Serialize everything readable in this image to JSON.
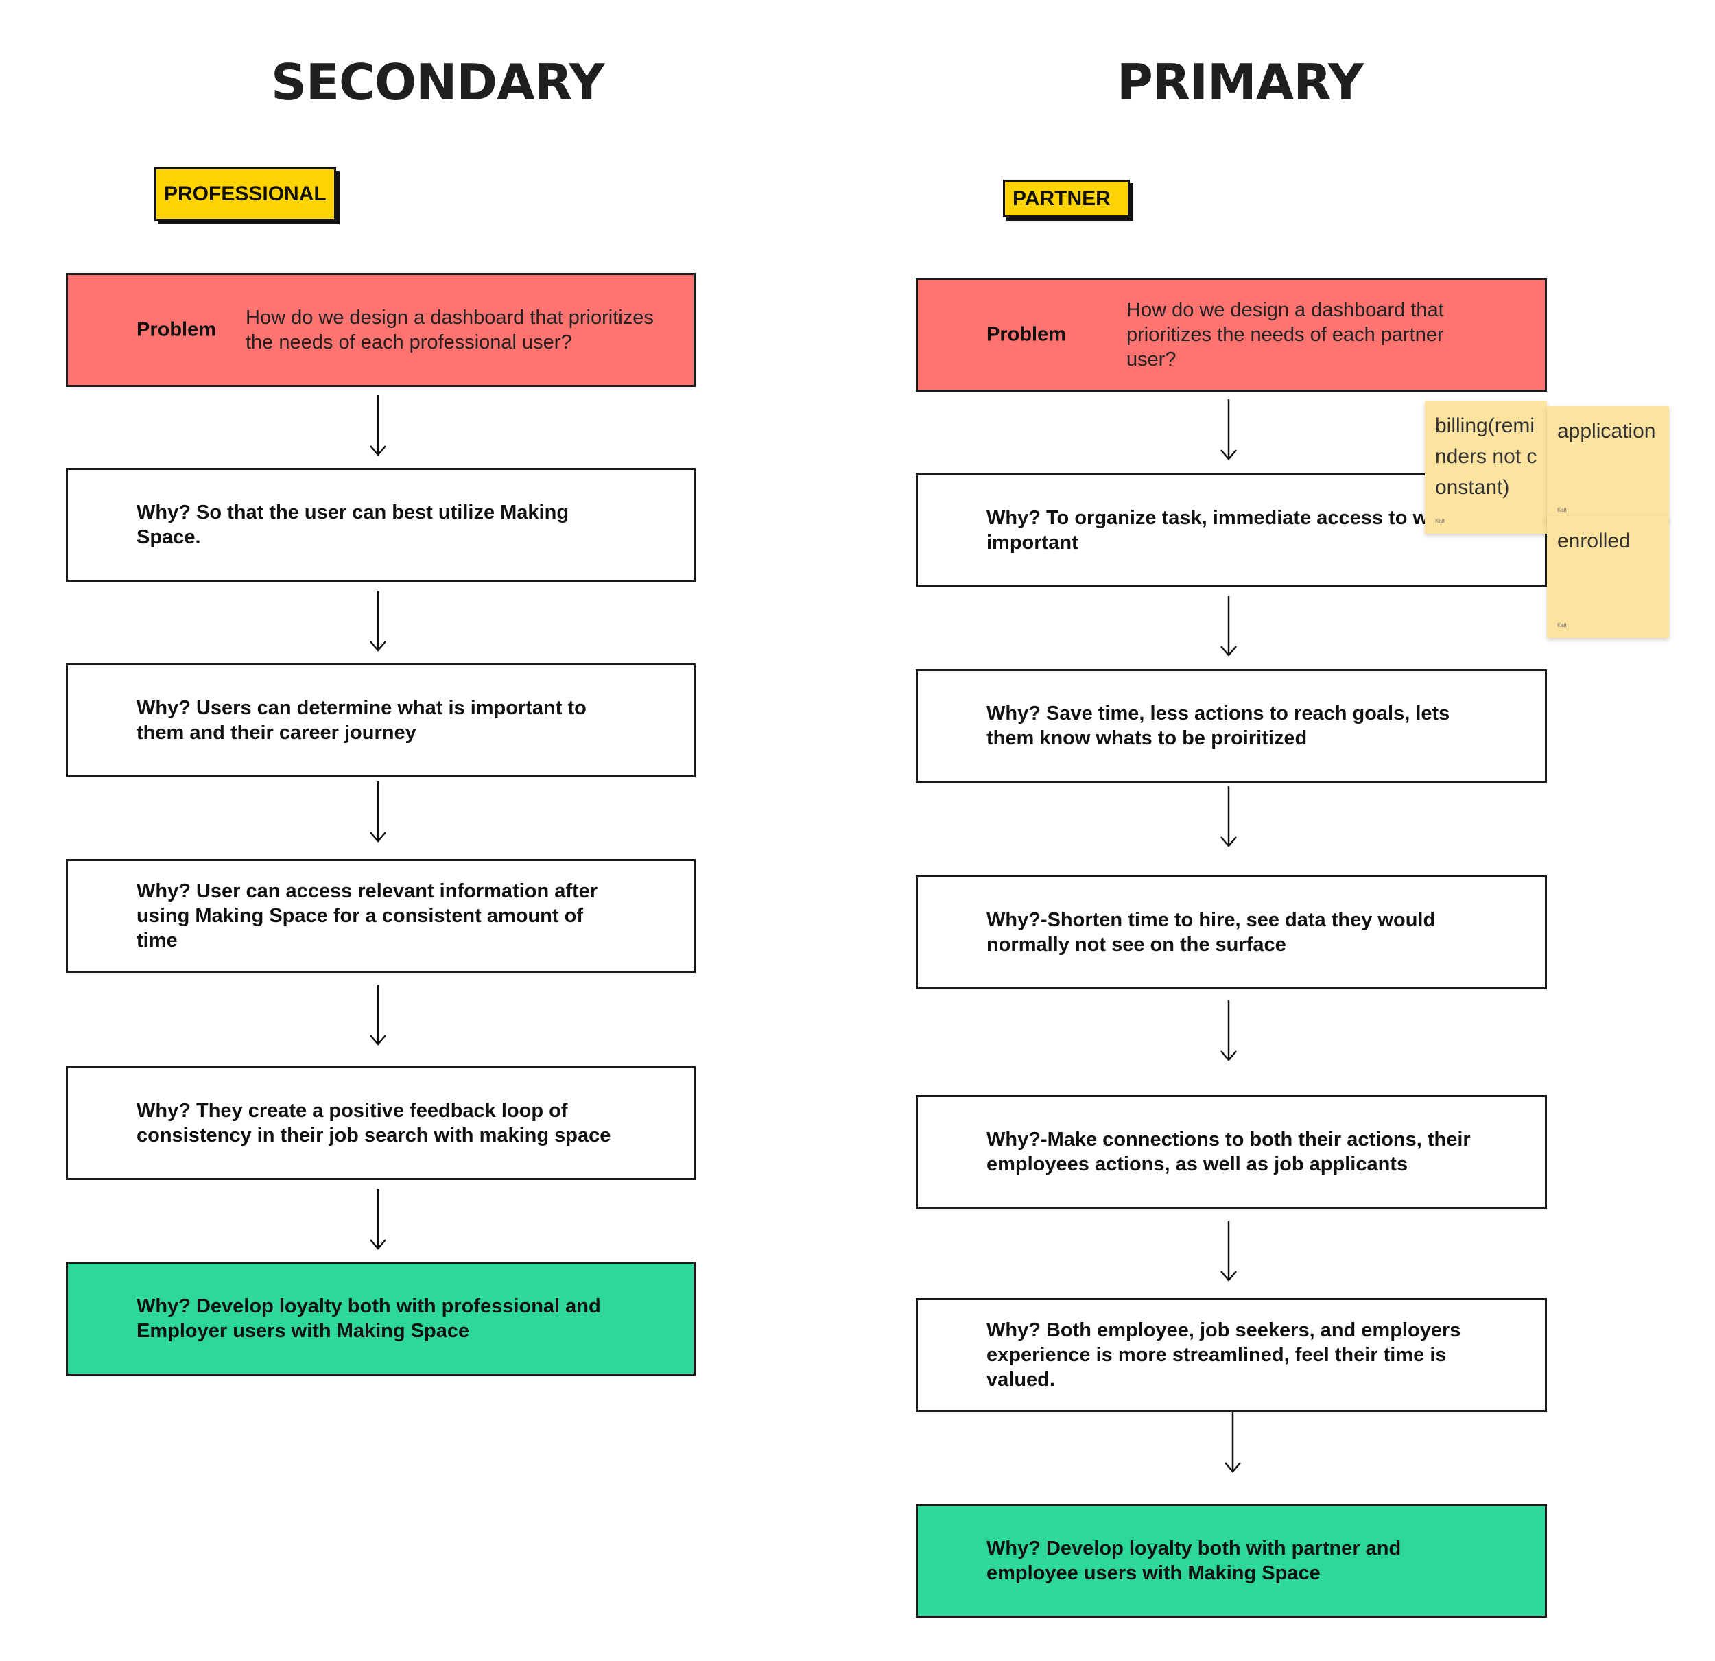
{
  "secondary": {
    "title": "SECONDARY",
    "tag": "PROFESSIONAL",
    "problem": {
      "label": "Problem",
      "text": "How do we design a dashboard that prioritizes the needs of each professional user?"
    },
    "whys": [
      "Why? So that the user can best utilize Making Space.",
      "Why? Users can determine what is important to them and their career journey",
      "Why? User can access relevant information after using Making Space for a consistent amount of time",
      "Why? They create a positive feedback loop of consistency in their job search with making space"
    ],
    "goal": "Why?  Develop loyalty both with professional and Employer users with Making Space"
  },
  "primary": {
    "title": "PRIMARY",
    "tag": "PARTNER",
    "problem": {
      "label": "Problem",
      "text": "How do we design a dashboard that prioritizes the needs of each partner user?"
    },
    "whys": [
      "Why? To organize task, immediate access to whats important",
      "Why? Save time, less actions to reach goals,  lets them know whats to be proiritized",
      "Why?-Shorten time to hire, see data they would normally not see on the surface",
      "Why?-Make connections to both their actions, their employees actions, as well as job applicants",
      "Why? Both employee, job seekers, and employers experience is more streamlined, feel their time is valued."
    ],
    "goal": "Why? Develop loyalty both with partner and employee users with Making Space"
  },
  "stickies": [
    {
      "text": "billing(reminders not constant)",
      "author": "Kait"
    },
    {
      "text": "application",
      "author": "Kait"
    },
    {
      "text": "enrolled",
      "author": "Kait"
    }
  ],
  "colors": {
    "problem": "#ff7370",
    "goal": "#2ed89a",
    "tag": "#ffd400",
    "sticky": "#fde3a0"
  }
}
